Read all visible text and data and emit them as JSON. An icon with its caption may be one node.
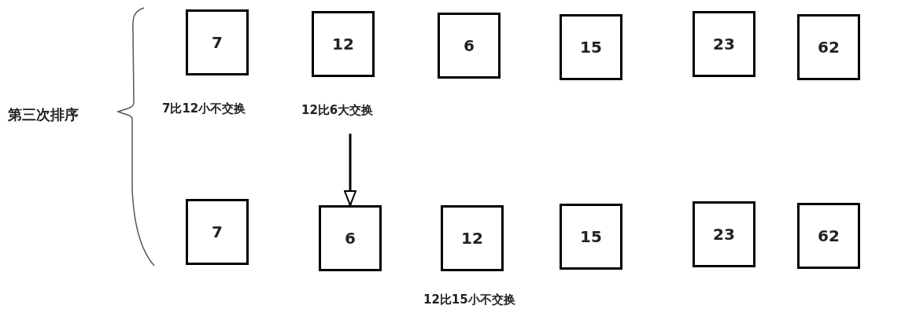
{
  "diagram": {
    "nodes": [
      {
        "text": [
          "7"
        ]
      },
      {
        "text": [
          "12"
        ]
      },
      {
        "text": [
          "6"
        ]
      },
      {
        "text": [
          "15"
        ]
      },
      {
        "text": [
          "23"
        ]
      },
      {
        "text": [
          "62"
        ]
      },
      {
        "text": [
          "7"
        ]
      },
      {
        "text": [
          "6"
        ]
      },
      {
        "text": [
          "12"
        ]
      },
      {
        "text": [
          "15"
        ]
      },
      {
        "text": [
          "23"
        ]
      },
      {
        "text": [
          "62"
        ]
      }
    ],
    "edges": [
      {
        "from": null,
        "to": 7,
        "arrow": "to"
      }
    ],
    "labels": [
      "第三次排序",
      "7比12小不交换",
      "12比6大交换",
      "12比15小不交换"
    ]
  }
}
